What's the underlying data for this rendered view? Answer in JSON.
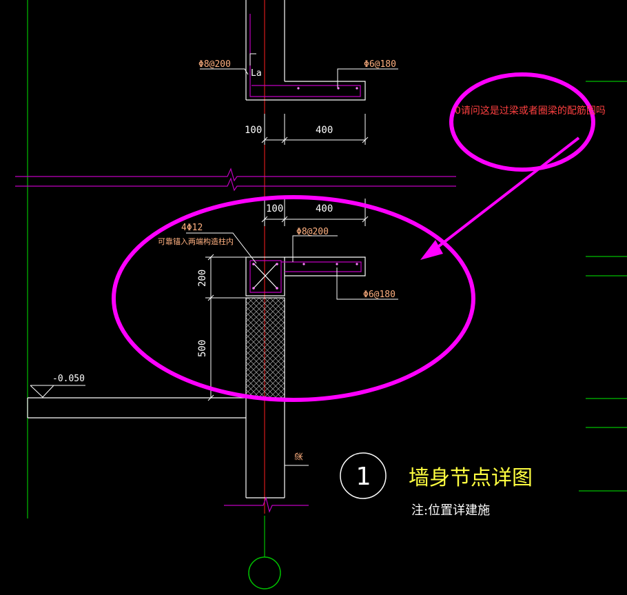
{
  "labels": {
    "top_rebar_left": "Φ8@200",
    "top_anchor": "La",
    "top_rebar_right": "Φ6@180",
    "top_dim_100": "100",
    "top_dim_400": "400",
    "mid_dim_100": "100",
    "mid_dim_400": "400",
    "corner_bars": "4Φ12",
    "anchor_note": "可靠锚入两端构造柱内",
    "mid_rebar_left": "Φ8@200",
    "mid_rebar_right": "Φ6@180",
    "dim_200": "200",
    "dim_500": "500",
    "elevation": "-0.050",
    "beam_tag": "梁",
    "detail_number": "1",
    "detail_title": "墙身节点详图",
    "detail_note": "注:位置详建施"
  },
  "annotation": {
    "question": "0请问这是过梁或者圈梁的配筋图吗"
  },
  "colors": {
    "background": "#000000",
    "structure": "#ffffff",
    "axis": "#ff2020",
    "green_lines": "#00c000",
    "magenta_lines": "#c000c0",
    "rebar_text": "#ffb080",
    "title_text": "#ffff40",
    "markup": "#ff00ff",
    "question_text": "#ff4040"
  }
}
